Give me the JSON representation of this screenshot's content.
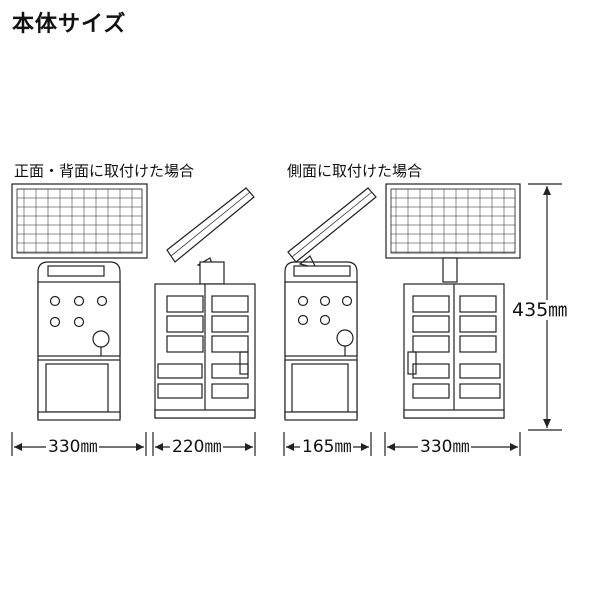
{
  "title": "本体サイズ",
  "captions": {
    "front_back": "正面・背面に取付けた場合",
    "side": "側面に取付けた場合"
  },
  "dimensions": {
    "front_width": "330㎜",
    "front_depth": "220㎜",
    "side_width": "165㎜",
    "side_depth": "330㎜",
    "height": "435㎜"
  }
}
